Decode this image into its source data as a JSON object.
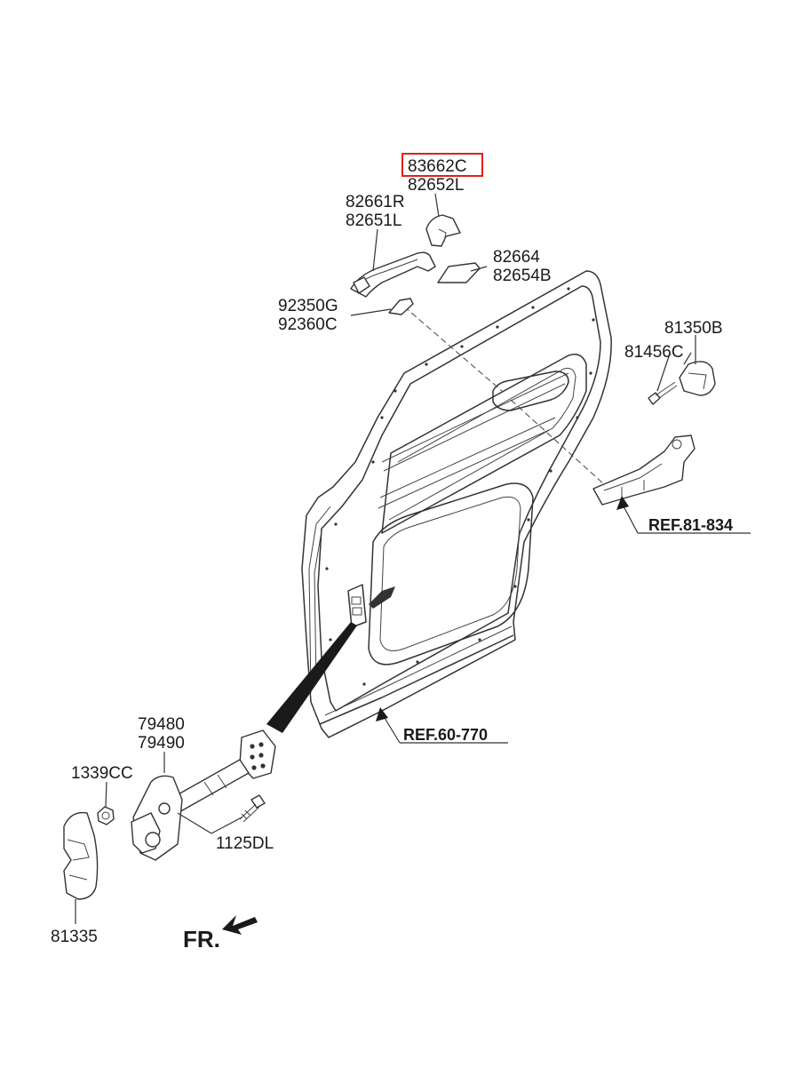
{
  "highlight_color": "#e0201b",
  "labels": {
    "p83662c": "83662C",
    "p82652l": "82652L",
    "p82661r": "82661R",
    "p82651l": "82651L",
    "p82664": "82664",
    "p82654b": "82654B",
    "p92350g": "92350G",
    "p92360c": "92360C",
    "p81350b": "81350B",
    "p81456c": "81456C",
    "p79480": "79480",
    "p79490": "79490",
    "p1339cc": "1339CC",
    "p1125dl": "1125DL",
    "p81335": "81335"
  },
  "refs": {
    "ref_81_834": "REF.81-834",
    "ref_60_770": "REF.60-770"
  },
  "direction": {
    "fr_label": "FR."
  }
}
